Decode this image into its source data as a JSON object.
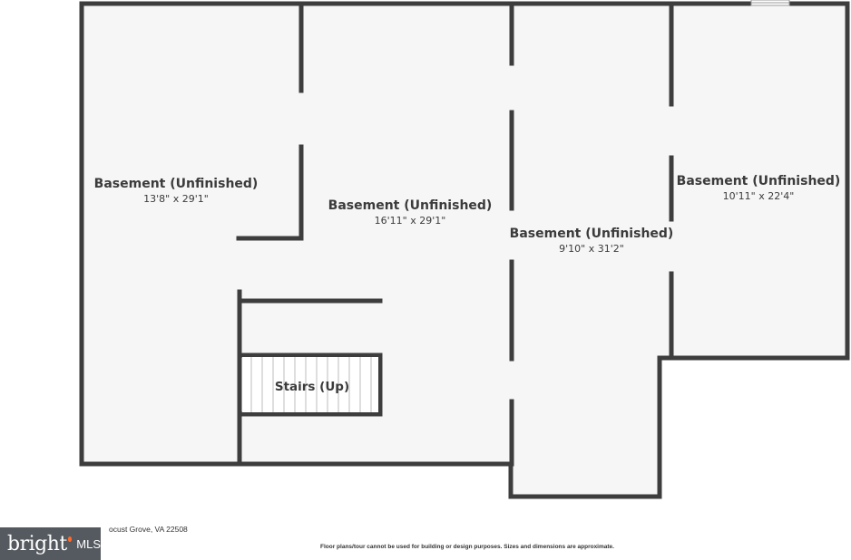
{
  "rooms": [
    {
      "name": "Basement (Unfinished)",
      "dims": "13'8\" x 29'1\""
    },
    {
      "name": "Basement (Unfinished)",
      "dims": "16'11\" x 29'1\""
    },
    {
      "name": "Basement (Unfinished)",
      "dims": "9'10\" x 31'2\""
    },
    {
      "name": "Basement (Unfinished)",
      "dims": "10'11\" x 22'4\""
    }
  ],
  "stairs": {
    "label": "Stairs (Up)"
  },
  "address": "ocust Grove, VA 22508",
  "disclaimer": "Floor plans/tour cannot be used for building or design purposes. Sizes and dimensions are approximate.",
  "logo": {
    "brand": "bright",
    "suffix": "MLS"
  },
  "colors": {
    "wall": "#3d3d3d",
    "floor": "#f6f6f6",
    "logo_bg": "#555a60",
    "logo_accent": "#ff6a2a"
  }
}
